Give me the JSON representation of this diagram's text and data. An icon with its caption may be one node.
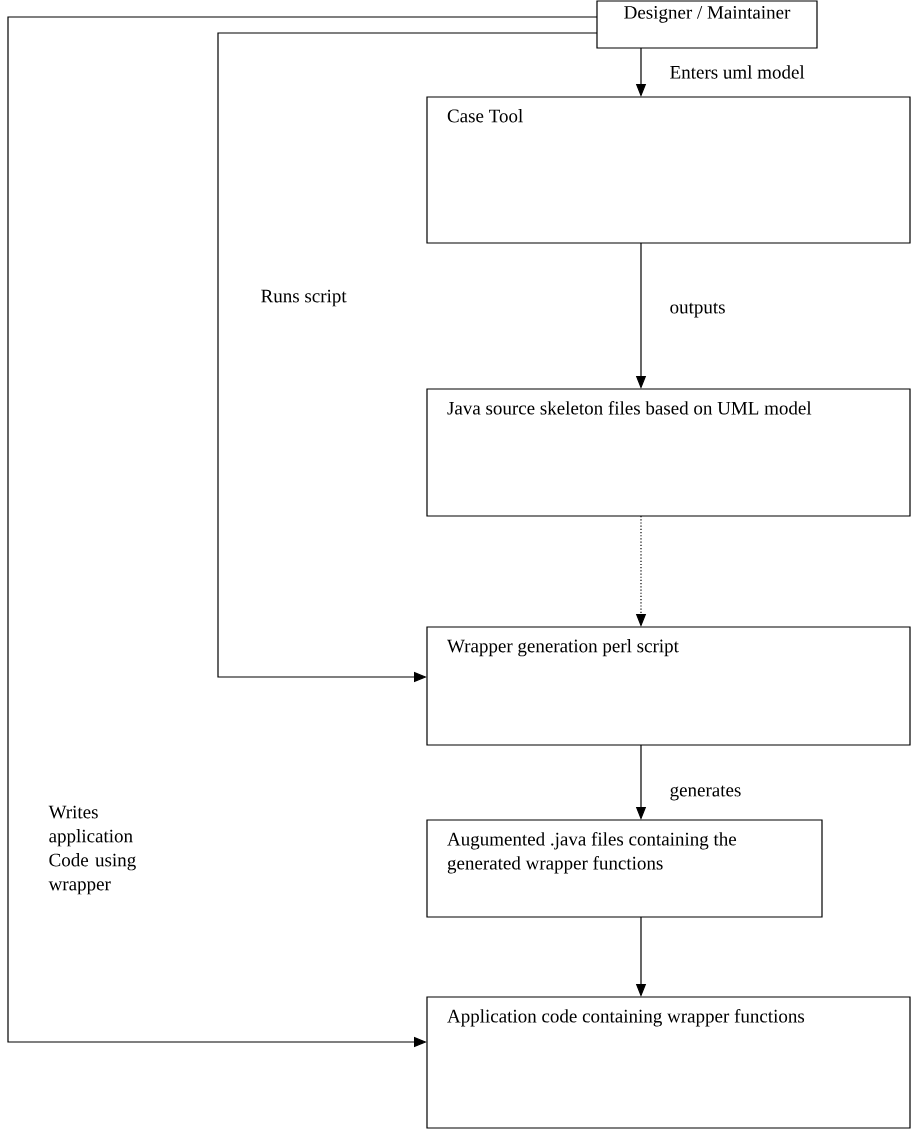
{
  "diagram": {
    "nodes": [
      {
        "text": [
          "Designer / Maintainer"
        ]
      },
      {
        "text": [
          "Case Tool"
        ]
      },
      {
        "text": [
          "Java source skeleton files based on UML model"
        ]
      },
      {
        "text": [
          "Wrapper generation perl script"
        ]
      },
      {
        "text": [
          "Augumented .java files containing the generated wrapper functions"
        ]
      },
      {
        "text": [
          "Application code containing wrapper functions"
        ]
      }
    ],
    "edges": [
      {
        "from": 0,
        "to": 1,
        "arrow": "to",
        "label": "Enters uml model"
      },
      {
        "from": 1,
        "to": 2,
        "arrow": "to",
        "label": "outputs"
      },
      {
        "from": 2,
        "to": 3,
        "arrow": "to",
        "style": "dashed"
      },
      {
        "from": 3,
        "to": 4,
        "arrow": "to",
        "label": "generates"
      },
      {
        "from": 4,
        "to": 5,
        "arrow": "to"
      },
      {
        "from": 0,
        "to": 3,
        "arrow": "to",
        "label": "Runs script"
      },
      {
        "from": 0,
        "to": 5,
        "arrow": "to",
        "label": "Writes application Code using wrapper"
      }
    ]
  }
}
